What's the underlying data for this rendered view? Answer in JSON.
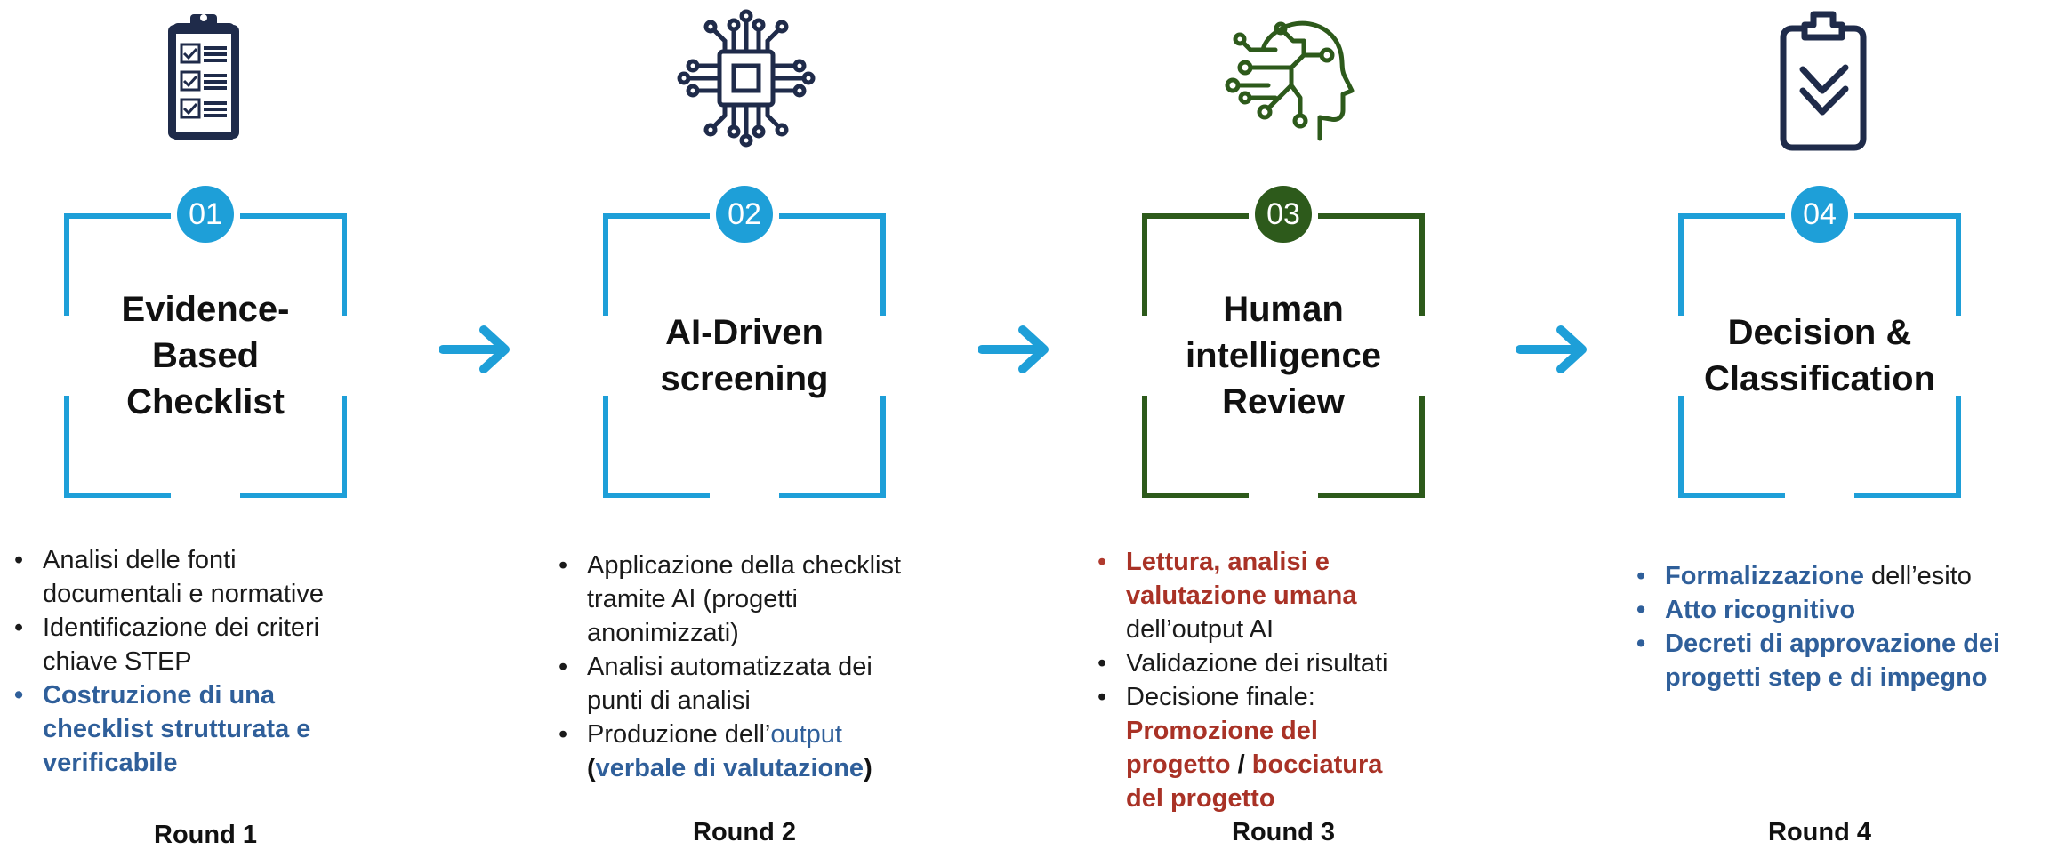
{
  "colors": {
    "blue": "#1e9fd8",
    "green": "#2d5a1b",
    "navy": "#1f2b4a",
    "text_blue": "#2f5f9a",
    "text_red": "#a93226"
  },
  "steps": [
    {
      "number": "01",
      "color": "blue",
      "icon": "checklist-clipboard-icon",
      "title": [
        "Evidence-",
        "Based",
        "Checklist"
      ],
      "bullets": [
        {
          "style": "plain",
          "lines": [
            "Analisi delle fonti",
            "documentali e normative"
          ]
        },
        {
          "style": "plain",
          "lines": [
            "Identificazione dei criteri",
            "chiave STEP"
          ]
        },
        {
          "style": "blue",
          "lines": [
            "Costruzione di una",
            "checklist strutturata e",
            "verificabile"
          ]
        }
      ],
      "round": "Round 1"
    },
    {
      "number": "02",
      "color": "blue",
      "icon": "ai-chip-icon",
      "title": [
        "AI-Driven",
        "screening"
      ],
      "bullets": [
        {
          "style": "plain",
          "lines": [
            "Applicazione della checklist",
            "tramite AI (progetti",
            "anonimizzati)"
          ]
        },
        {
          "style": "plain",
          "lines": [
            "Analisi automatizzata dei",
            "punti di analisi"
          ]
        },
        {
          "style": "mixed",
          "parts": [
            "Produzione dell’",
            "output",
            "(",
            "verbale di valutazione",
            ")"
          ]
        }
      ],
      "round": "Round 2"
    },
    {
      "number": "03",
      "color": "green",
      "icon": "human-ai-head-icon",
      "title": [
        "Human",
        "intelligence",
        "Review"
      ],
      "bullets": [
        {
          "style": "red",
          "lines": [
            "Lettura, analisi e",
            "valutazione umana"
          ],
          "tail": "dell’output AI"
        },
        {
          "style": "plain",
          "lines": [
            "Validazione dei risultati"
          ]
        },
        {
          "style": "mixed",
          "parts": [
            "Decisione finale:",
            "Promozione del",
            "progetto",
            " / ",
            "bocciatura",
            "del progetto"
          ]
        }
      ],
      "round": "Round 3"
    },
    {
      "number": "04",
      "color": "blue",
      "icon": "clipboard-check-icon",
      "title": [
        "Decision &",
        "Classification"
      ],
      "bullets": [
        {
          "style": "blue",
          "parts": [
            "Formalizzazione",
            " dell’esito"
          ]
        },
        {
          "style": "blue",
          "lines": [
            "Atto ricognitivo"
          ]
        },
        {
          "style": "blue",
          "lines": [
            "Decreti di approvazione dei",
            "progetti step e di impegno"
          ]
        }
      ],
      "round": "Round 4"
    }
  ]
}
